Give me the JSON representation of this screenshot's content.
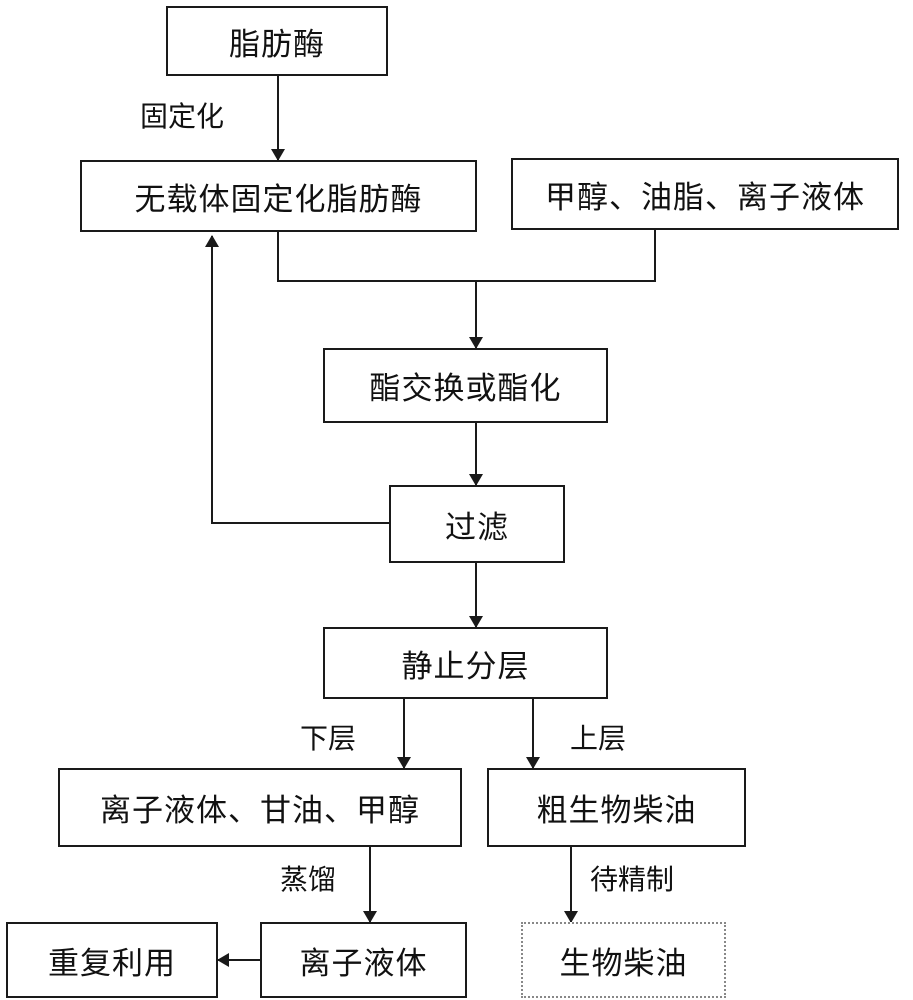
{
  "diagram": {
    "nodes": {
      "lipase": "脂肪酶",
      "carrier_free_lipase": "无载体固定化脂肪酶",
      "reactants": "甲醇、油脂、离子液体",
      "transesterification": "酯交换或酯化",
      "filtration": "过滤",
      "settling": "静止分层",
      "lower_layer_mix": "离子液体、甘油、甲醇",
      "crude_biodiesel": "粗生物柴油",
      "reuse": "重复利用",
      "ionic_liquid": "离子液体",
      "biodiesel": "生物柴油"
    },
    "edge_labels": {
      "immobilization": "固定化",
      "lower_layer": "下层",
      "upper_layer": "上层",
      "distillation": "蒸馏",
      "to_be_refined": "待精制"
    }
  }
}
